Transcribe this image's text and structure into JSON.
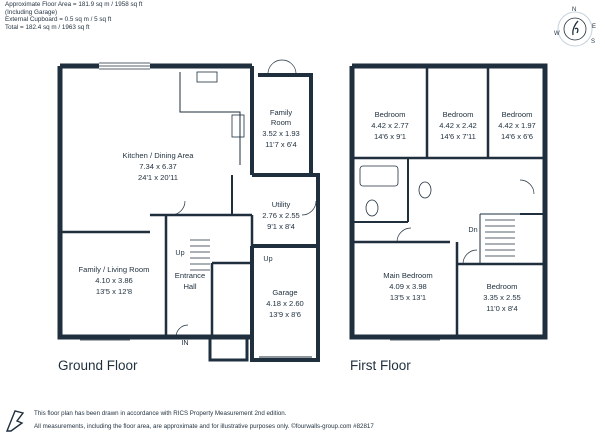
{
  "header": {
    "line1": "Approximate Floor Area = 181.9 sq m / 1958 sq ft",
    "line2": "(Including Garage)",
    "line3": "External Cupboard = 0.5 sq m / 5 sq ft",
    "line4": "Total = 182.4 sq m / 1963 sq ft"
  },
  "compass": {
    "n": "N",
    "e": "E",
    "s": "S",
    "w": "W"
  },
  "ground_floor": {
    "title": "Ground Floor",
    "entrance_label": "IN",
    "rooms": [
      {
        "name": "Kitchen / Dining Area",
        "metric": "7.34 x 6.37",
        "imperial": "24'1 x 20'11"
      },
      {
        "name_line1": "Family",
        "name_line2": "Room",
        "metric": "3.52 x 1.93",
        "imperial": "11'7 x 6'4"
      },
      {
        "name": "Utility",
        "metric": "2.76 x 2.55",
        "imperial": "9'1 x 8'4"
      },
      {
        "name": "Family / Living Room",
        "metric": "4.10 x 3.86",
        "imperial": "13'5 x 12'8"
      },
      {
        "name_line1": "Entrance",
        "name_line2": "Hall"
      },
      {
        "name": "Garage",
        "metric": "4.18 x 2.60",
        "imperial": "13'9 x 8'6"
      }
    ],
    "stairs_labels": [
      "Up",
      "Up"
    ]
  },
  "first_floor": {
    "title": "First Floor",
    "rooms": [
      {
        "name": "Bedroom",
        "metric": "4.42 x 2.77",
        "imperial": "14'6 x 9'1"
      },
      {
        "name": "Bedroom",
        "metric": "4.42 x 2.42",
        "imperial": "14'6 x 7'11"
      },
      {
        "name": "Bedroom",
        "metric": "4.42 x 1.97",
        "imperial": "14'6 x 6'6"
      },
      {
        "name": "Main Bedroom",
        "metric": "4.09 x 3.98",
        "imperial": "13'5 x 13'1"
      },
      {
        "name": "Bedroom",
        "metric": "3.35 x 2.55",
        "imperial": "11'0 x 8'4"
      }
    ],
    "stairs_label": "Dn"
  },
  "footer": {
    "line1": "This floor plan has been drawn in accordance with RICS Property Measurement 2nd edition.",
    "line2": "All measurements, including the floor area, are approximate and for illustrative purposes only. ©fourwalls-group.com #82817"
  },
  "colors": {
    "wall": "#1f2f3d",
    "text": "#1f2f3d",
    "compass_ring": "#9fb3c8"
  }
}
